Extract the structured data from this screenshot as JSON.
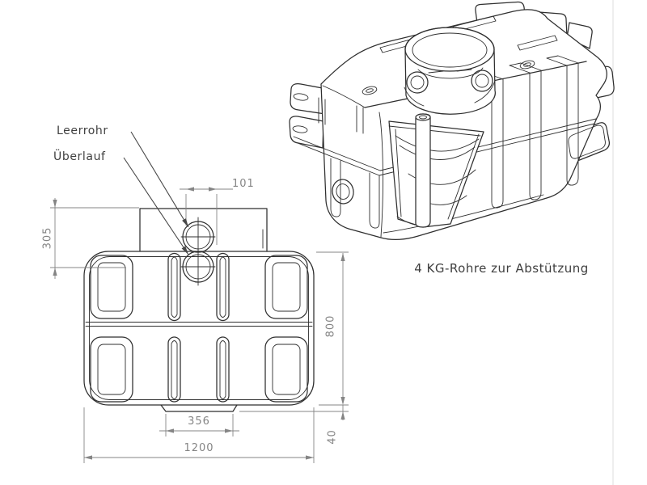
{
  "drawing": {
    "type": "technical-cad-drawing",
    "labels": {
      "pipe_label": "Leerrohr",
      "overflow_label": "Überlauf",
      "support_note": "4 KG-Rohre zur Abstützung"
    },
    "dimensions": {
      "port_offset_mm": "101",
      "neck_height_mm": "305",
      "body_height_mm": "800",
      "foot_width_mm": "356",
      "overall_width_mm": "1200",
      "foot_height_mm": "40"
    },
    "colors": {
      "edge_color": "#2f2f2f",
      "dimension_color": "#858585",
      "label_color": "#3f3f3f",
      "page_edge_color": "#dcdcdc"
    }
  }
}
